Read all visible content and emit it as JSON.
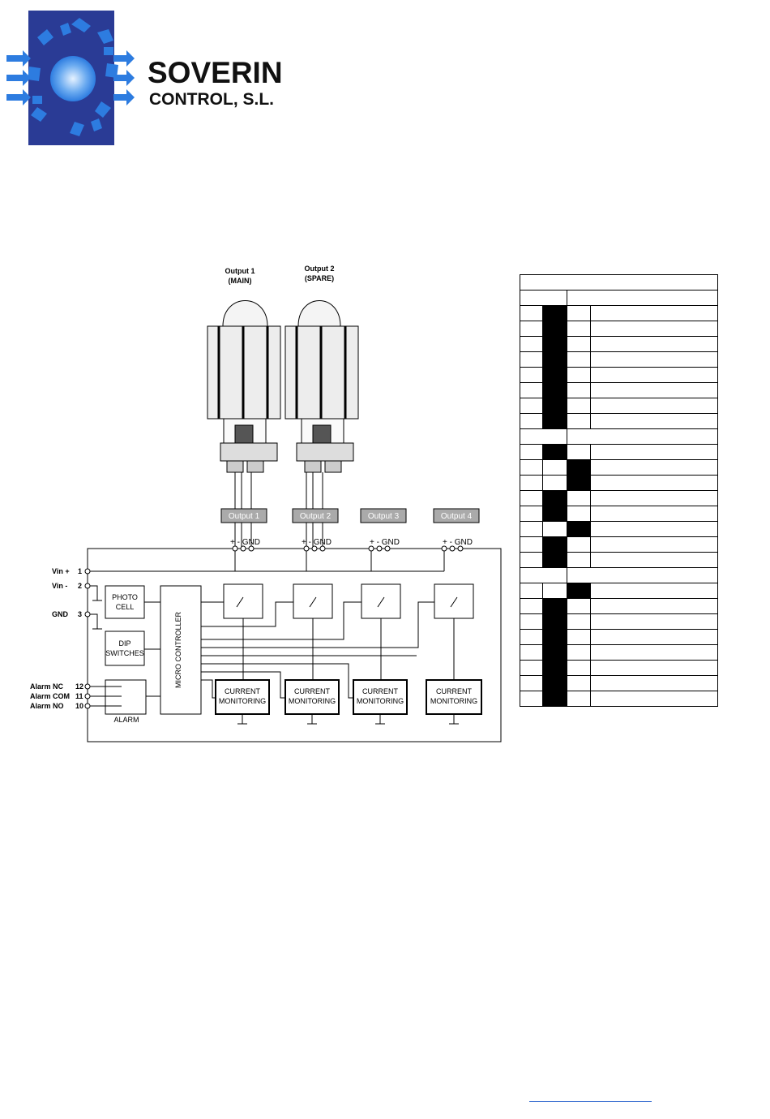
{
  "logo": {
    "name": "SOVERIN",
    "subtitle": "CONTROL, S.L.",
    "colors": {
      "field": "#2a3b95",
      "arrows": "#2d7ce0",
      "core": "#e6f2ff"
    }
  },
  "diagram": {
    "outputs_top": [
      {
        "line1": "Output 1",
        "line2": "(MAIN)"
      },
      {
        "line1": "Output 2",
        "line2": "(SPARE)"
      }
    ],
    "output_tags": [
      "Output 1",
      "Output 2",
      "Output 3",
      "Output 4"
    ],
    "terminal_label": "+  -  GND",
    "inputs": [
      {
        "label": "Vin +",
        "pin": "1"
      },
      {
        "label": "Vin -",
        "pin": "2"
      },
      {
        "label": "GND",
        "pin": "3"
      }
    ],
    "alarm_pins": [
      {
        "label": "Alarm NC",
        "pin": "12"
      },
      {
        "label": "Alarm COM",
        "pin": "11"
      },
      {
        "label": "Alarm NO",
        "pin": "10"
      }
    ],
    "blocks": {
      "photocell": [
        "PHOTO",
        "CELL"
      ],
      "dip": [
        "DIP",
        "SWITCHES"
      ],
      "alarm": "ALARM",
      "micro": "MICRO CONTROLLER",
      "current": [
        "CURRENT",
        "MONITORING"
      ]
    }
  },
  "table": {
    "rows": [
      {
        "type": "header"
      },
      {
        "type": "split"
      },
      {
        "type": "row",
        "fill": [
          false,
          true,
          false,
          false
        ]
      },
      {
        "type": "row",
        "fill": [
          false,
          true,
          false,
          false
        ]
      },
      {
        "type": "row",
        "fill": [
          false,
          true,
          false,
          false
        ]
      },
      {
        "type": "row",
        "fill": [
          false,
          true,
          false,
          false
        ]
      },
      {
        "type": "row",
        "fill": [
          false,
          true,
          false,
          false
        ]
      },
      {
        "type": "row",
        "fill": [
          false,
          true,
          false,
          false
        ]
      },
      {
        "type": "row",
        "fill": [
          false,
          true,
          false,
          false
        ]
      },
      {
        "type": "row",
        "fill": [
          false,
          true,
          false,
          false
        ]
      },
      {
        "type": "split"
      },
      {
        "type": "row",
        "fill": [
          false,
          true,
          false,
          false
        ]
      },
      {
        "type": "row",
        "fill": [
          false,
          false,
          true,
          false
        ]
      },
      {
        "type": "row",
        "fill": [
          false,
          false,
          true,
          false
        ]
      },
      {
        "type": "row",
        "fill": [
          false,
          true,
          false,
          false
        ]
      },
      {
        "type": "row",
        "fill": [
          false,
          true,
          false,
          false
        ]
      },
      {
        "type": "row",
        "fill": [
          false,
          false,
          true,
          false
        ]
      },
      {
        "type": "row",
        "fill": [
          false,
          true,
          false,
          false
        ]
      },
      {
        "type": "row",
        "fill": [
          false,
          true,
          false,
          false
        ]
      },
      {
        "type": "split"
      },
      {
        "type": "row",
        "fill": [
          false,
          false,
          true,
          false
        ]
      },
      {
        "type": "row",
        "fill": [
          false,
          true,
          false,
          false
        ]
      },
      {
        "type": "row",
        "fill": [
          false,
          true,
          false,
          false
        ]
      },
      {
        "type": "row",
        "fill": [
          false,
          true,
          false,
          false
        ]
      },
      {
        "type": "row",
        "fill": [
          false,
          true,
          false,
          false
        ]
      },
      {
        "type": "row",
        "fill": [
          false,
          true,
          false,
          false
        ]
      },
      {
        "type": "row",
        "fill": [
          false,
          true,
          false,
          false
        ]
      },
      {
        "type": "row",
        "fill": [
          false,
          true,
          false,
          false
        ]
      }
    ]
  }
}
